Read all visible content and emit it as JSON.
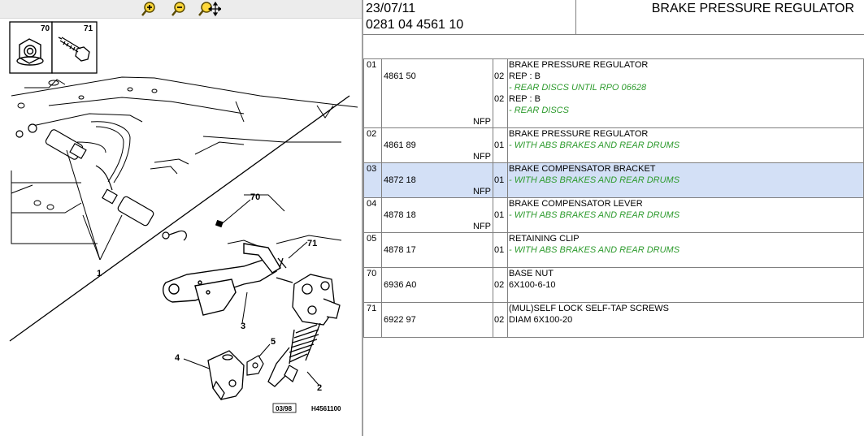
{
  "toolbar": {
    "buttons": [
      {
        "name": "zoom-in-button",
        "icon": "zoom-in-icon"
      },
      {
        "name": "zoom-out-button",
        "icon": "zoom-out-icon"
      },
      {
        "name": "pan-zoom-button",
        "icon": "zoom-move-icon"
      }
    ]
  },
  "diagram": {
    "legend": [
      {
        "num": "70"
      },
      {
        "num": "71"
      }
    ],
    "callouts": [
      "70",
      "71",
      "1",
      "3",
      "4",
      "5",
      "2"
    ],
    "stamp_date": "03/98",
    "stamp_ref": "H4561100"
  },
  "header": {
    "date": "23/07/11",
    "ref": "0281 04 4561 10",
    "title": "BRAKE PRESSURE REGULATOR"
  },
  "rows": [
    {
      "idx": "01",
      "part": "4861 50",
      "nfp": "NFP",
      "lines": [
        {
          "q": "",
          "t": "BRAKE PRESSURE REGULATOR",
          "g": false
        },
        {
          "q": "02",
          "t": "REP : B",
          "g": false
        },
        {
          "q": "",
          "t": "- REAR DISCS UNTIL RPO 06628",
          "g": true
        },
        {
          "q": "02",
          "t": "REP : B",
          "g": false
        },
        {
          "q": "",
          "t": "- REAR DISCS",
          "g": true
        },
        {
          "q": "",
          "t": "",
          "g": false
        }
      ]
    },
    {
      "idx": "02",
      "part": "4861 89",
      "nfp": "NFP",
      "lines": [
        {
          "q": "",
          "t": "BRAKE PRESSURE REGULATOR",
          "g": false
        },
        {
          "q": "01",
          "t": "- WITH ABS BRAKES AND REAR DRUMS",
          "g": true
        },
        {
          "q": "",
          "t": "",
          "g": false
        }
      ]
    },
    {
      "idx": "03",
      "part": "4872 18",
      "nfp": "NFP",
      "selected": true,
      "lines": [
        {
          "q": "",
          "t": "BRAKE COMPENSATOR BRACKET",
          "g": false
        },
        {
          "q": "01",
          "t": "- WITH ABS BRAKES AND REAR DRUMS",
          "g": true
        },
        {
          "q": "",
          "t": "",
          "g": false
        }
      ]
    },
    {
      "idx": "04",
      "part": "4878 18",
      "nfp": "NFP",
      "lines": [
        {
          "q": "",
          "t": "BRAKE COMPENSATOR LEVER",
          "g": false
        },
        {
          "q": "01",
          "t": "- WITH ABS BRAKES AND REAR DRUMS",
          "g": true
        },
        {
          "q": "",
          "t": "",
          "g": false
        }
      ]
    },
    {
      "idx": "05",
      "part": "4878 17",
      "nfp": "",
      "lines": [
        {
          "q": "",
          "t": "RETAINING CLIP",
          "g": false
        },
        {
          "q": "01",
          "t": "- WITH ABS BRAKES AND REAR DRUMS",
          "g": true
        },
        {
          "q": "",
          "t": "",
          "g": false
        }
      ]
    },
    {
      "idx": "70",
      "part": "6936 A0",
      "nfp": "",
      "lines": [
        {
          "q": "",
          "t": "BASE NUT",
          "g": false
        },
        {
          "q": "02",
          "t": "6X100-6-10",
          "g": false
        },
        {
          "q": "",
          "t": "",
          "g": false
        }
      ]
    },
    {
      "idx": "71",
      "part": "6922 97",
      "nfp": "",
      "lines": [
        {
          "q": "",
          "t": "(MUL)SELF LOCK SELF-TAP SCREWS",
          "g": false
        },
        {
          "q": "02",
          "t": "DIAM 6X100-20",
          "g": false
        },
        {
          "q": "",
          "t": "",
          "g": false
        }
      ]
    }
  ],
  "colors": {
    "selected_row": "#d3e0f6",
    "condition_text": "#2e9b2e",
    "toolbar_bg": "#ececec"
  }
}
